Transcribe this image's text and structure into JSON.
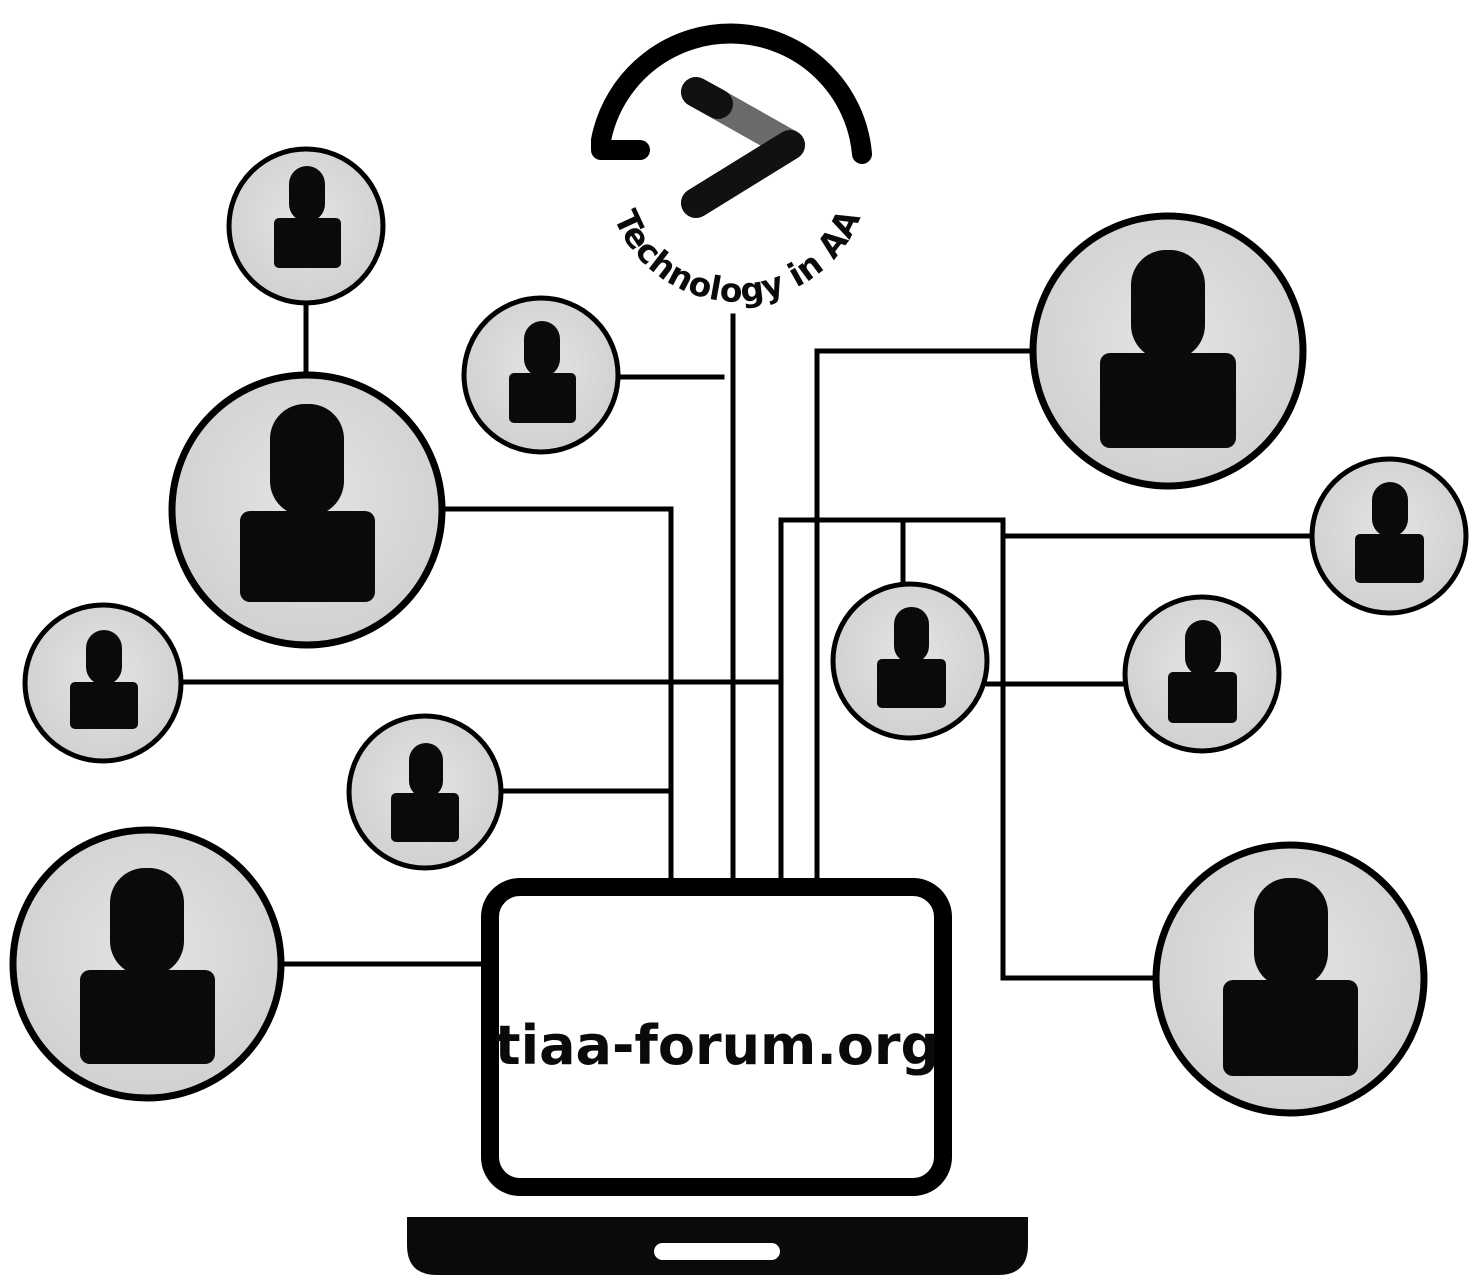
{
  "logo": {
    "text": "Technology in AA",
    "icon": "play-arrow-icon"
  },
  "laptop": {
    "screen_text": "tiaa-forum.org",
    "icon": "laptop-icon"
  },
  "people": {
    "icon": "person-icon",
    "count": 11
  },
  "colors": {
    "stroke": "#000000",
    "person_fill": "#0a0a0a",
    "node_fill": "#d9d9d9",
    "logo_arrow_dark": "#111111",
    "logo_arrow_grey": "#6a6a6a",
    "background": "#ffffff"
  }
}
